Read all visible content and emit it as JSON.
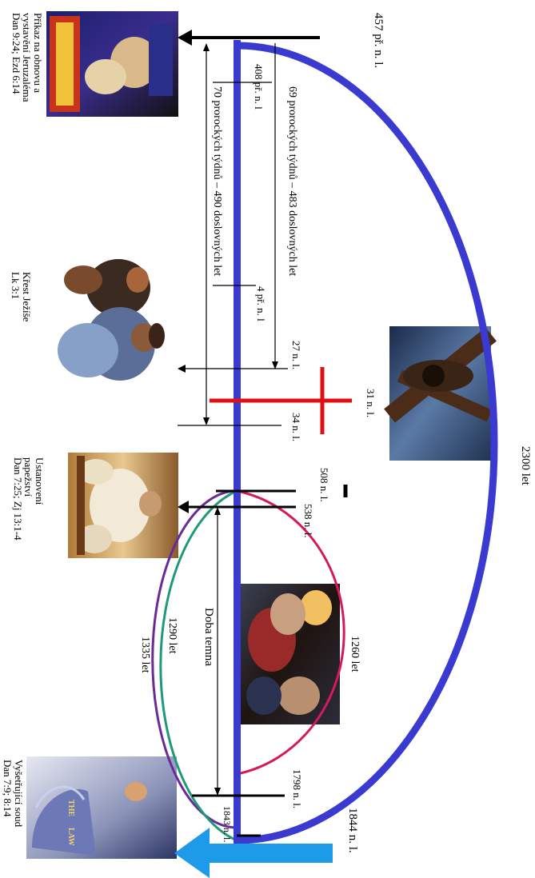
{
  "colors": {
    "main_axis": "#3a3ad0",
    "arc_2300": "#3a3ad0",
    "arc_1260": "#d41a5e",
    "arc_1290": "#6a2a9a",
    "arc_1335": "#1f9a78",
    "cross": "#e01010",
    "end_arrow": "#1e9be8"
  },
  "labels": {
    "y457": "457 př. n. l.",
    "arc2300": "2300 let",
    "y1844": "1844 n. l.",
    "y408": "408 př. n. l",
    "weeks69": "69 prorockých týdnů – 483 doslovných let",
    "weeks70": "70 prorockých týdnů – 490 doslovných let",
    "y4": "4 př. n. l",
    "y27": "27 n. l.",
    "y31": "31 n. l.",
    "y34": "34 n. l.",
    "y508": "508 n. l.",
    "y538": "538 n. l.",
    "arc1260": "1260 let",
    "darkage": "Doba temna",
    "arc1290": "1290 let",
    "arc1335": "1335 let",
    "y1798": "1798 n. l.",
    "y1843": "1843 n. l."
  },
  "captions": {
    "decree": [
      "Příkaz na obnovu a",
      "vystavění Jeruzaléma",
      "Dan 9:24; Ezd 6:14"
    ],
    "baptism": [
      "Křest Ježíše",
      "Lk 3:1"
    ],
    "papacy": [
      "Ustanovení",
      "papežství",
      "Dan 7:25; Zj 13:1-4"
    ],
    "judgment": [
      "Vyšetřující soud",
      "Dan 7:9; 8:14"
    ]
  },
  "pictures": {
    "decree": "decree-painting",
    "baptism": "baptism-painting",
    "crucifixion": "crucifixion-painting",
    "papacy": "papacy-painting",
    "darkage": "dark-age-painting",
    "judgment": "judgment-painting",
    "tablets_text": [
      "THE",
      "LAW"
    ]
  }
}
